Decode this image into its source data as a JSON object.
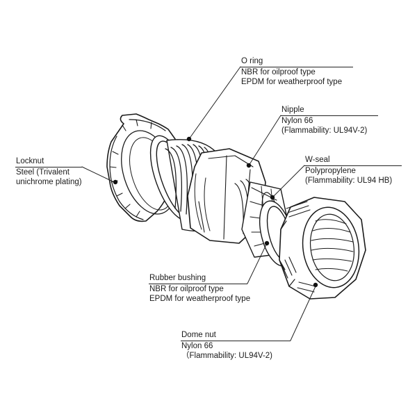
{
  "callouts": {
    "o_ring": {
      "title": "O ring",
      "lines": [
        "NBR for oilproof type",
        "EPDM for weatherproof type"
      ]
    },
    "nipple": {
      "title": "Nipple",
      "lines": [
        "Nylon 66",
        "(Flammability: UL94V-2)"
      ]
    },
    "w_seal": {
      "title": "W-seal",
      "lines": [
        "Polypropylene",
        "(Flammability: UL94 HB)"
      ]
    },
    "locknut": {
      "title": "Locknut",
      "lines": [
        "Steel (Trivalent",
        "unichrome plating)"
      ]
    },
    "rubber_bushing": {
      "title": "Rubber bushing",
      "lines": [
        "NBR for oilproof type",
        "EPDM for weatherproof type"
      ]
    },
    "dome_nut": {
      "title": "Dome nut",
      "lines": [
        "Nylon 66",
        "（Flammability: UL94V-2)"
      ]
    }
  }
}
